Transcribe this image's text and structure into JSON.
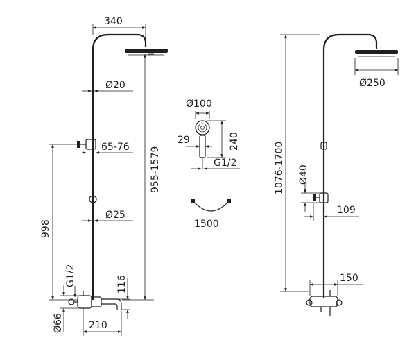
{
  "dimensions": {
    "left_view": {
      "top_width": "340",
      "pipe_diameter": "Ø20",
      "bracket_range": "65-76",
      "total_height_range": "955-1579",
      "lower_pipe_diameter": "Ø25",
      "slider_height": "998",
      "thread": "G1/2",
      "spout_height": "116",
      "mixer_diameter": "Ø66",
      "spout_length": "210"
    },
    "hand_shower": {
      "head_diameter": "Ø100",
      "width": "29",
      "length": "240",
      "thread": "G1/2"
    },
    "hose": {
      "length": "1500"
    },
    "right_view": {
      "total_height_range": "1076-1700",
      "head_diameter": "Ø250",
      "holder_diameter": "Ø40",
      "holder_depth": "109",
      "mixer_width": "150"
    }
  }
}
